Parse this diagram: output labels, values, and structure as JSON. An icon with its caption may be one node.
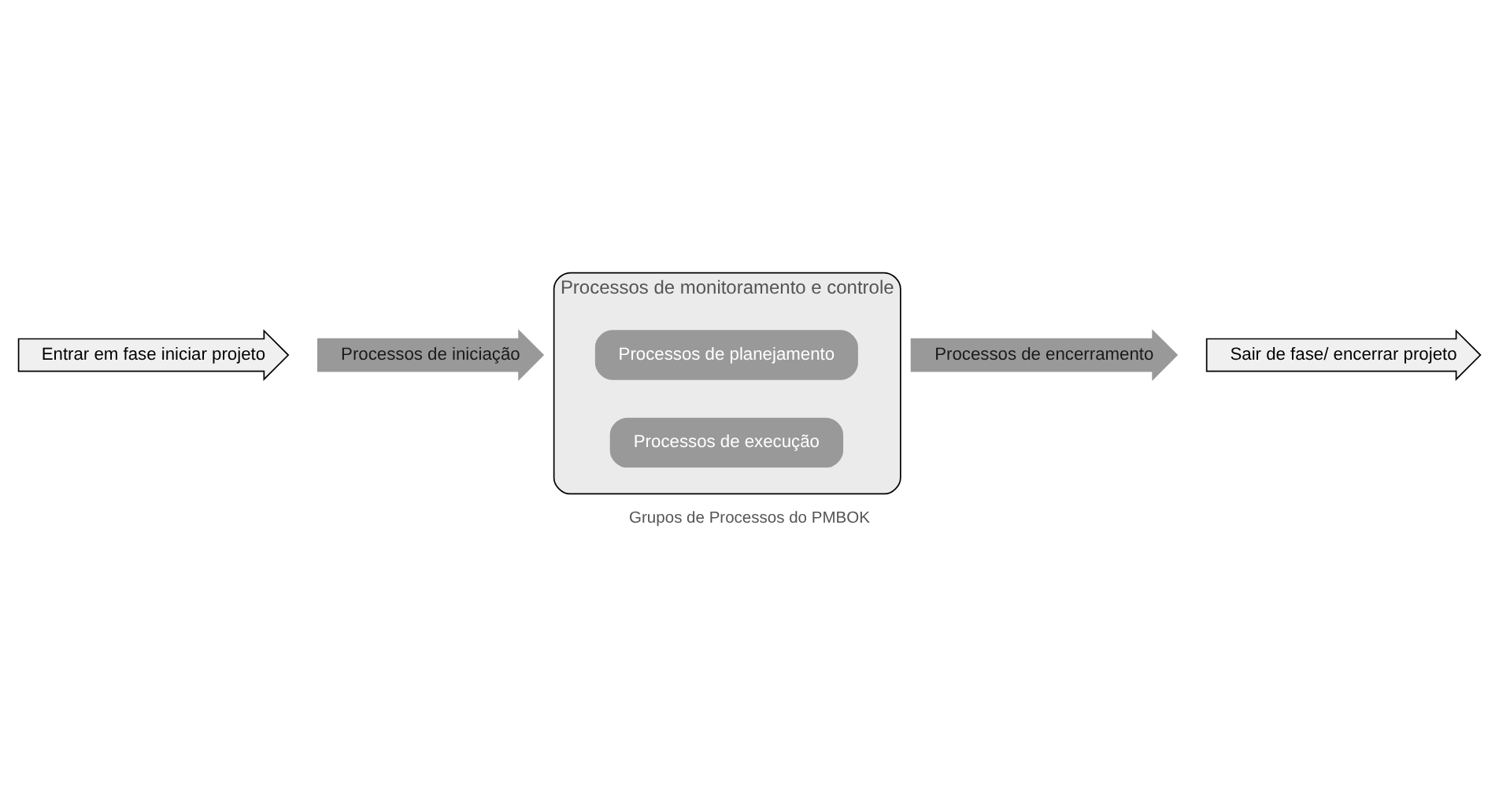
{
  "diagram": {
    "caption": "Grupos de Processos do PMBOK",
    "nodes": [
      {
        "text": [
          "Entrar em fase iniciar projeto"
        ]
      },
      {
        "text": [
          "Processos de iniciação"
        ]
      },
      {
        "text": [
          "Processos de monitoramento e controle"
        ]
      },
      {
        "text": [
          "Processos de planejamento"
        ],
        "in": 2
      },
      {
        "text": [
          "Processos de execução"
        ],
        "in": 2
      },
      {
        "text": [
          "Processos de encerramento"
        ]
      },
      {
        "text": [
          "Sair de fase/ encerrar projeto"
        ]
      }
    ]
  }
}
